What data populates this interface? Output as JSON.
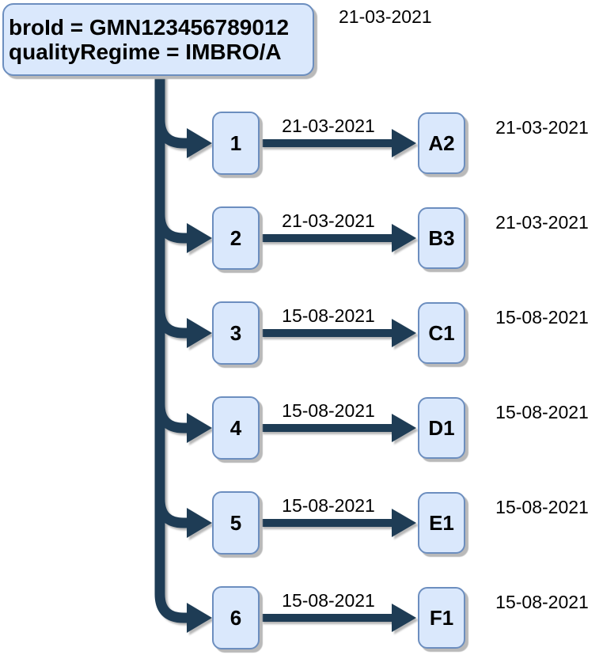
{
  "diagram": {
    "root": {
      "line1": "broId = GMN123456789012",
      "line2": "qualityRegime = IMBRO/A",
      "date": "21-03-2021"
    },
    "rows": [
      {
        "source": "1",
        "edge_date": "21-03-2021",
        "target": "A2",
        "target_date": "21-03-2021"
      },
      {
        "source": "2",
        "edge_date": "21-03-2021",
        "target": "B3",
        "target_date": "21-03-2021"
      },
      {
        "source": "3",
        "edge_date": "15-08-2021",
        "target": "C1",
        "target_date": "15-08-2021"
      },
      {
        "source": "4",
        "edge_date": "15-08-2021",
        "target": "D1",
        "target_date": "15-08-2021"
      },
      {
        "source": "5",
        "edge_date": "15-08-2021",
        "target": "E1",
        "target_date": "15-08-2021"
      },
      {
        "source": "6",
        "edge_date": "15-08-2021",
        "target": "F1",
        "target_date": "15-08-2021"
      }
    ],
    "colors": {
      "node_fill": "#dae8fc",
      "node_border": "#6c8ebf",
      "connector": "#1e3c55",
      "text": "#000000",
      "shadow": "#b9b9b9"
    }
  }
}
